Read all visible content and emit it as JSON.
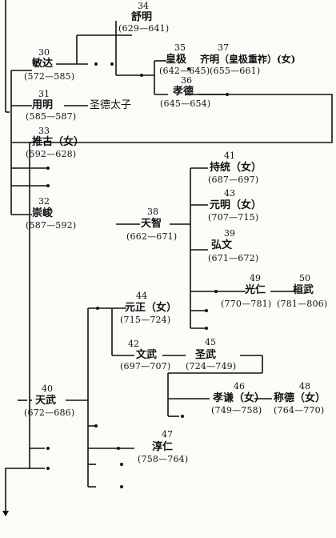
{
  "monarchs": [
    {
      "id": "m34",
      "num": "34",
      "name": "舒明",
      "dates": "(629—641)"
    },
    {
      "id": "m35",
      "num": "35",
      "name": "皇极",
      "dates": "(642—645)"
    },
    {
      "id": "m37",
      "num": "37",
      "name": "齐明（皇极重祚）(女)",
      "dates": "(655—661)"
    },
    {
      "id": "m36",
      "num": "36",
      "name": "孝德",
      "dates": "(645—654)"
    },
    {
      "id": "m30",
      "num": "30",
      "name": "敏达",
      "dates": "(572—585)"
    },
    {
      "id": "m31",
      "num": "31",
      "name": "用明",
      "dates": "(585—587)"
    },
    {
      "id": "m33",
      "num": "33",
      "name": "推古（女）",
      "dates": "(592—628)"
    },
    {
      "id": "m32",
      "num": "32",
      "name": "崇峻",
      "dates": "(587—592)"
    },
    {
      "id": "m38",
      "num": "38",
      "name": "天智",
      "dates": "(662—671)"
    },
    {
      "id": "m41",
      "num": "41",
      "name": "持统（女）",
      "dates": "(687—697)"
    },
    {
      "id": "m43",
      "num": "43",
      "name": "元明（女）",
      "dates": "(707—715)"
    },
    {
      "id": "m39",
      "num": "39",
      "name": "弘文",
      "dates": "(671—672)"
    },
    {
      "id": "m49",
      "num": "49",
      "name": "光仁",
      "dates": "(770—781)"
    },
    {
      "id": "m50",
      "num": "50",
      "name": "桓武",
      "dates": "(781—806)"
    },
    {
      "id": "m44",
      "num": "44",
      "name": "元正（女）",
      "dates": "(715—724)"
    },
    {
      "id": "m42",
      "num": "42",
      "name": "文武",
      "dates": "(697—707)"
    },
    {
      "id": "m45",
      "num": "45",
      "name": "圣武",
      "dates": "(724—749)"
    },
    {
      "id": "m46",
      "num": "46",
      "name": "孝谦（女）",
      "dates": "(749—758)"
    },
    {
      "id": "m48",
      "num": "48",
      "name": "称德（女）",
      "dates": "(764—770)"
    },
    {
      "id": "m40",
      "num": "40",
      "name": "天武",
      "dates": "(672—686)"
    },
    {
      "id": "m47",
      "num": "47",
      "name": "淳仁",
      "dates": "(758—764)"
    }
  ],
  "labels": {
    "crown_prince": "圣德太子"
  }
}
